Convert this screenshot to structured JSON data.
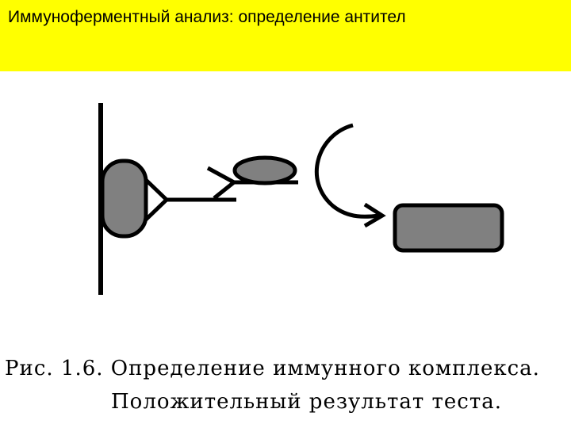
{
  "header": {
    "title": "Иммуноферментный анализ: определение антител",
    "bg_color": "#ffff00"
  },
  "diagram": {
    "fill_color": "#808080",
    "stroke_color": "#000000"
  },
  "caption": {
    "line1": "Рис. 1.6. Определение иммунного комплекса.",
    "line2": "Положительный результат теста."
  }
}
